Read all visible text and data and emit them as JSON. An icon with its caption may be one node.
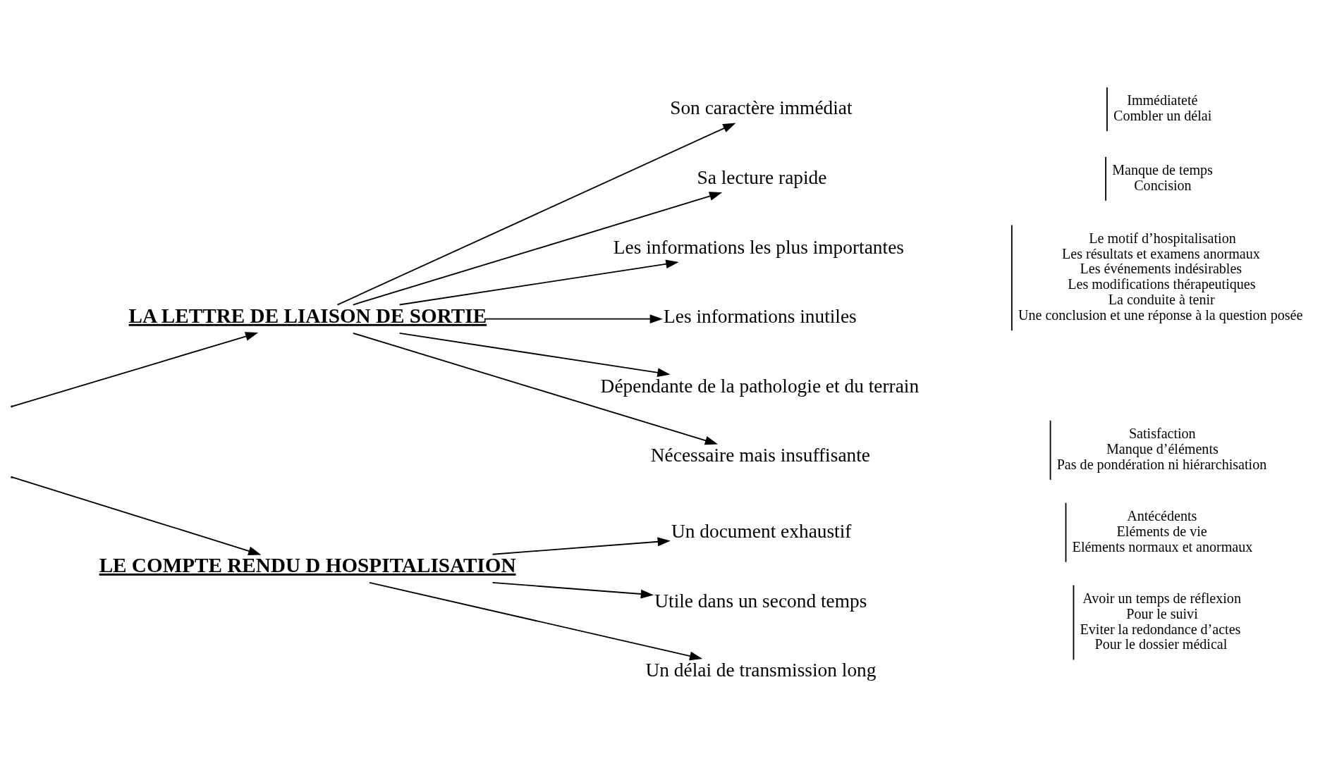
{
  "diagram": {
    "nodes": [
      {
        "text": [
          "LA LETTRE DE LIAISON DE SORTIE"
        ]
      },
      {
        "text": [
          "Son caractère immédiat"
        ],
        "beside": [
          "Immédiateté",
          "Combler un délai"
        ]
      },
      {
        "text": [
          "Sa lecture rapide"
        ],
        "beside": [
          "Manque de temps",
          "Concision"
        ]
      },
      {
        "text": [
          "Les informations les plus importantes"
        ],
        "beside": [
          "Le motif d’hospitalisation",
          "Les résultats et examens anormaux",
          "Les événements indésirables",
          "Les modifications thérapeutiques",
          "La conduite à tenir",
          "Une conclusion et une réponse à la question posée"
        ]
      },
      {
        "text": [
          "Les informations inutiles"
        ]
      },
      {
        "text": [
          "Dépendante de la pathologie et du terrain"
        ]
      },
      {
        "text": [
          "Nécessaire mais insuffisante"
        ],
        "beside": [
          "Satisfaction",
          "Manque d’éléments",
          "Pas de pondération ni hiérarchisation"
        ]
      },
      {
        "text": [
          "LE COMPTE RENDU D HOSPITALISATION"
        ]
      },
      {
        "text": [
          "Un document exhaustif"
        ],
        "beside": [
          "Antécédents",
          "Eléments de vie",
          "Eléments normaux et anormaux"
        ]
      },
      {
        "text": [
          "Utile dans un second temps"
        ],
        "beside": [
          "Avoir un temps de réflexion",
          "Pour le suivi",
          "Eviter la redondance d’actes",
          "Pour le dossier médical"
        ]
      },
      {
        "text": [
          "Un délai de transmission long"
        ]
      }
    ],
    "edges": [
      {
        "from": null,
        "to": 0,
        "arrow": "to"
      },
      {
        "from": null,
        "to": 7,
        "arrow": "to"
      },
      {
        "from": 0,
        "to": 1,
        "arrow": "to"
      },
      {
        "from": 0,
        "to": 2,
        "arrow": "to"
      },
      {
        "from": 0,
        "to": 3,
        "arrow": "to"
      },
      {
        "from": 0,
        "to": 4,
        "arrow": "to"
      },
      {
        "from": 0,
        "to": 5,
        "arrow": "to"
      },
      {
        "from": 0,
        "to": 6,
        "arrow": "to"
      },
      {
        "from": 7,
        "to": 8,
        "arrow": "to"
      },
      {
        "from": 7,
        "to": 9,
        "arrow": "to"
      },
      {
        "from": 7,
        "to": 10,
        "arrow": "to"
      }
    ]
  }
}
